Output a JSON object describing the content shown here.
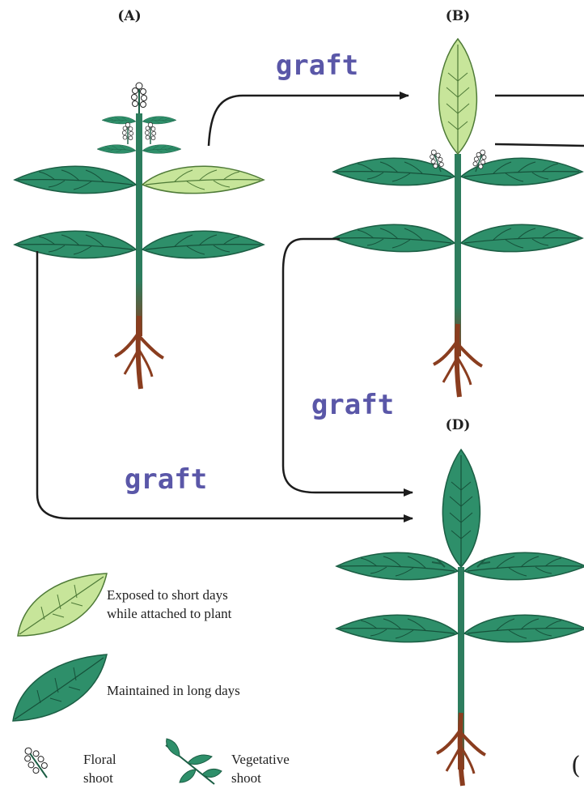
{
  "panels": {
    "a": "(A)",
    "b": "(B)",
    "d": "(D)",
    "c_partial": "("
  },
  "graft_labels": {
    "top": "graft",
    "middle": "graft",
    "bottom": "graft"
  },
  "legend": {
    "short_days_line1": "Exposed to short days",
    "short_days_line2": "while attached to plant",
    "long_days": "Maintained in long days",
    "floral_line1": "Floral",
    "floral_line2": "shoot",
    "vegetative_line1": "Vegetative",
    "vegetative_line2": "shoot"
  },
  "colors": {
    "dark_leaf": "#2e8f6a",
    "light_leaf": "#c7e59a",
    "stem": "#2d7d5e",
    "root": "#8a3d1f",
    "arrow": "#1c1c1c",
    "graft_text": "#5a57a8"
  }
}
